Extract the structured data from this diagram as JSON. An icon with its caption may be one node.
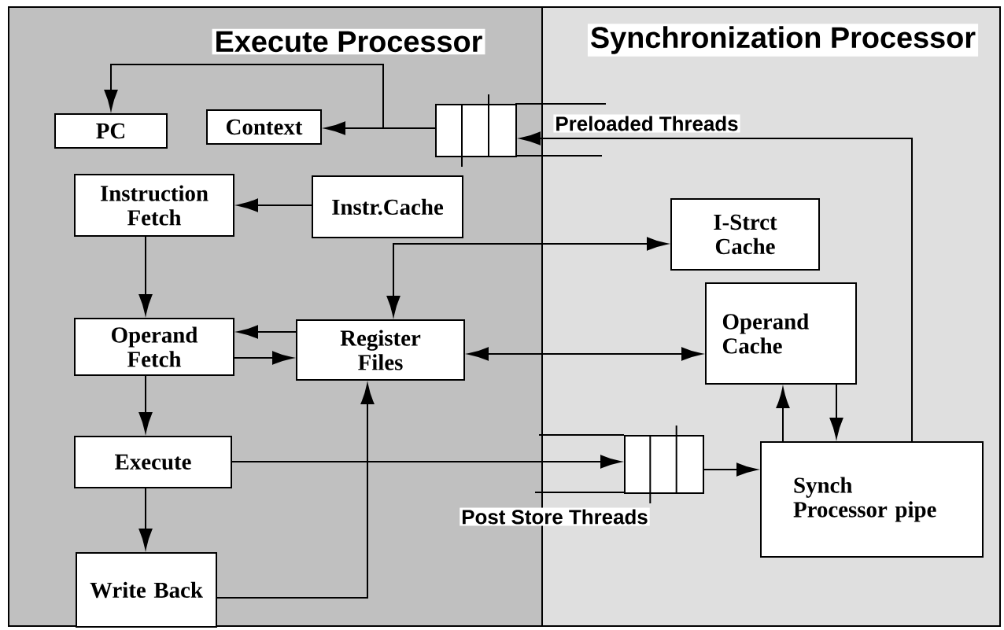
{
  "diagram": {
    "nodes": [
      {
        "text": [
          "Execute Processor"
        ]
      },
      {
        "text": [
          "Synchronization Processor"
        ]
      },
      {
        "text": [
          "PC"
        ],
        "in": 0
      },
      {
        "text": [
          "Context"
        ],
        "in": 0
      },
      {
        "text": [],
        "shape": "queue",
        "in": 0
      },
      {
        "text": [
          "Instruction Fetch"
        ],
        "in": 0
      },
      {
        "text": [
          "Instr.Cache"
        ],
        "in": 0
      },
      {
        "text": [
          "I-Strct Cache"
        ],
        "in": 1
      },
      {
        "text": [
          "Operand Fetch"
        ],
        "in": 0
      },
      {
        "text": [
          "Register Files"
        ],
        "in": 0
      },
      {
        "text": [
          "Operand Cache"
        ],
        "in": 1
      },
      {
        "text": [
          "Execute"
        ],
        "in": 0
      },
      {
        "text": [],
        "shape": "queue",
        "beside": [
          "Post Store Threads"
        ],
        "in": 1
      },
      {
        "text": [
          "Synch Processor pipe"
        ],
        "in": 1
      },
      {
        "text": [
          "Write Back"
        ],
        "in": 0
      }
    ],
    "edges": [
      {
        "from": 4,
        "to": 3,
        "arrow": "to"
      },
      {
        "from": 4,
        "to": 2,
        "arrow": "to"
      },
      {
        "from": 13,
        "to": 4,
        "arrow": "to",
        "label": "Preloaded Threads"
      },
      {
        "from": 6,
        "to": 5,
        "arrow": "to"
      },
      {
        "from": 9,
        "to": 7,
        "arrow": "both"
      },
      {
        "from": 5,
        "to": 8,
        "arrow": "to"
      },
      {
        "from": 9,
        "to": 8,
        "arrow": "to"
      },
      {
        "from": 8,
        "to": 9,
        "arrow": "to"
      },
      {
        "from": 9,
        "to": 10,
        "arrow": "both"
      },
      {
        "from": 8,
        "to": 11,
        "arrow": "to"
      },
      {
        "from": 13,
        "to": 10,
        "arrow": "to"
      },
      {
        "from": 10,
        "to": 13,
        "arrow": "to"
      },
      {
        "from": 11,
        "to": 12,
        "arrow": "to"
      },
      {
        "from": 12,
        "to": 13,
        "arrow": "to"
      },
      {
        "from": 11,
        "to": 14,
        "arrow": "to"
      },
      {
        "from": 14,
        "to": 9,
        "arrow": "to"
      }
    ]
  }
}
